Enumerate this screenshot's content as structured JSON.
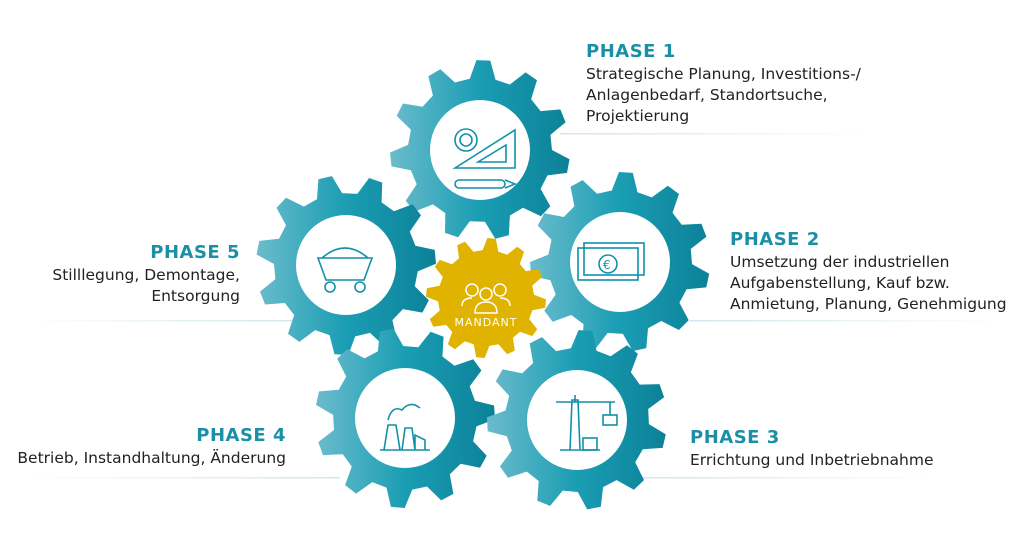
{
  "center": {
    "label": "MANDANT",
    "icon": "people-group-icon"
  },
  "phases": [
    {
      "title": "PHASE 1",
      "text": "Strategische Planung, Investitions-/\nAnlagenbedarf, Standortsuche,\nProjektierung",
      "icon": "gear-triangle-pencil-icon"
    },
    {
      "title": "PHASE 2",
      "text": "Umsetzung der industriellen\nAufgabenstellung, Kauf bzw.\nAnmietung, Planung, Genehmigung",
      "icon": "euro-banknote-icon"
    },
    {
      "title": "PHASE 3",
      "text": "Errichtung und Inbetriebnahme",
      "icon": "crane-icon"
    },
    {
      "title": "PHASE 4",
      "text": "Betrieb, Instandhaltung, Änderung",
      "icon": "factory-icon"
    },
    {
      "title": "PHASE 5",
      "text": "Stilllegung, Demontage,\nEntsorgung",
      "icon": "mine-cart-icon"
    }
  ],
  "colors": {
    "teal": "#1191a8",
    "teal_light": "#6bbccc",
    "gold": "#e0b300",
    "title": "#1b8fa6"
  }
}
